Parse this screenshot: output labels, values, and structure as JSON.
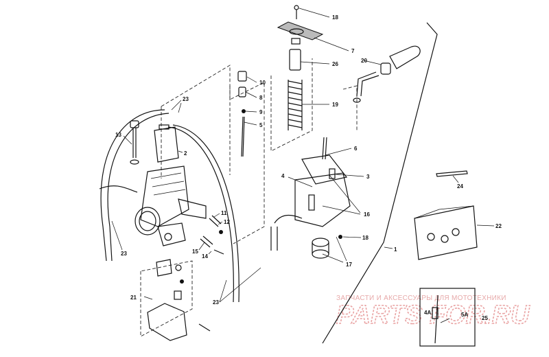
{
  "diagram": {
    "callouts": [
      {
        "id": "c18a",
        "text": "18"
      },
      {
        "id": "c7",
        "text": "7"
      },
      {
        "id": "c26",
        "text": "26"
      },
      {
        "id": "c20",
        "text": "20"
      },
      {
        "id": "c19",
        "text": "19"
      },
      {
        "id": "c10",
        "text": "10"
      },
      {
        "id": "c8",
        "text": "8"
      },
      {
        "id": "c9",
        "text": "9"
      },
      {
        "id": "c5",
        "text": "5"
      },
      {
        "id": "c23a",
        "text": "23"
      },
      {
        "id": "c13",
        "text": "13"
      },
      {
        "id": "c2",
        "text": "2"
      },
      {
        "id": "c6",
        "text": "6"
      },
      {
        "id": "c4",
        "text": "4"
      },
      {
        "id": "c3",
        "text": "3"
      },
      {
        "id": "c16",
        "text": "16"
      },
      {
        "id": "c24",
        "text": "24"
      },
      {
        "id": "c11",
        "text": "11"
      },
      {
        "id": "c12",
        "text": "12"
      },
      {
        "id": "c22",
        "text": "22"
      },
      {
        "id": "c23b",
        "text": "23"
      },
      {
        "id": "c18b",
        "text": "18"
      },
      {
        "id": "c15",
        "text": "15"
      },
      {
        "id": "c14",
        "text": "14"
      },
      {
        "id": "c1",
        "text": "1"
      },
      {
        "id": "c17",
        "text": "17"
      },
      {
        "id": "c21",
        "text": "21"
      },
      {
        "id": "c23c",
        "text": "23"
      },
      {
        "id": "c4A",
        "text": "4A"
      },
      {
        "id": "c5A",
        "text": "5A"
      },
      {
        "id": "c25",
        "text": "25"
      }
    ]
  },
  "watermark": {
    "caption": "ЗАПЧАСТИ И АКСЕССУАРЫ ДЛЯ МОТОТЕХНИКИ",
    "logo": "PARTS FOR.RU"
  }
}
